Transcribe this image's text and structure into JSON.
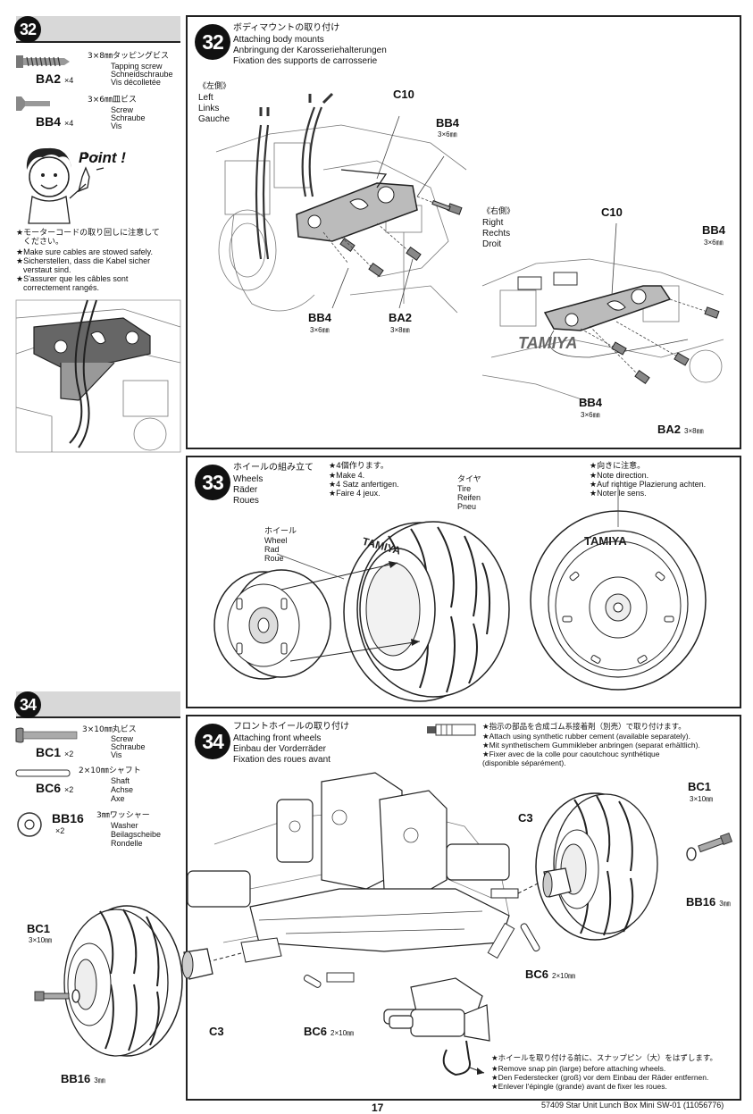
{
  "step32_left": {
    "number": "32",
    "parts": [
      {
        "code": "BA2",
        "qty": "×4",
        "ja": "3×8㎜タッピングビス",
        "en": "Tapping screw",
        "de": "Schneidschraube",
        "fr": "Vis décolletée"
      },
      {
        "code": "BB4",
        "qty": "×4",
        "ja": "3×6㎜皿ビス",
        "en": "Screw",
        "de": "Schraube",
        "fr": "Vis"
      }
    ],
    "point_label": "Point !",
    "notes": [
      "★モーターコードの取り回しに注意して",
      "ください。",
      "★Make sure cables are stowed safely.",
      "★Sicherstellen, dass die Kabel sicher",
      "verstaut sind.",
      "★S'assurer que les câbles sont",
      "correctement rangés."
    ]
  },
  "step32_main": {
    "number": "32",
    "title_ja": "ボディマウントの取り付け",
    "title_en": "Attaching body mounts",
    "title_de": "Anbringung der Karosseriehalterungen",
    "title_fr": "Fixation des supports de carrosserie",
    "left_side": [
      "《左側》",
      "Left",
      "Links",
      "Gauche"
    ],
    "right_side": [
      "《右側》",
      "Right",
      "Rechts",
      "Droit"
    ],
    "labels": {
      "c10_left": "C10",
      "bb4_top": "BB4",
      "bb4_top_size": "3×6㎜",
      "bb4_bottom": "BB4",
      "bb4_bottom_size": "3×6㎜",
      "ba2_left": "BA2",
      "ba2_left_size": "3×8㎜",
      "c10_right": "C10",
      "bb4_right_top": "BB4",
      "bb4_right_top_size": "3×6㎜",
      "bb4_right_bottom": "BB4",
      "bb4_right_bottom_size": "3×6㎜",
      "ba2_right": "BA2",
      "ba2_right_size": "3×8㎜",
      "chassis_brand": "TAMIYA"
    }
  },
  "step33": {
    "number": "33",
    "title_ja": "ホイールの組み立て",
    "title_en": "Wheels",
    "title_de": "Räder",
    "title_fr": "Roues",
    "make": [
      "★4個作ります。",
      "★Make 4.",
      "★4 Satz anfertigen.",
      "★Faire 4 jeux."
    ],
    "tire": [
      "タイヤ",
      "Tire",
      "Reifen",
      "Pneu"
    ],
    "wheel": [
      "ホイール",
      "Wheel",
      "Rad",
      "Roue"
    ],
    "direction": [
      "★向きに注意。",
      "★Note direction.",
      "★Auf richtige Plazierung achten.",
      "★Noter le sens."
    ],
    "tire_brand": "TAMIYA"
  },
  "step34_left": {
    "number": "34",
    "parts": [
      {
        "code": "BC1",
        "qty": "×2",
        "ja": "3×10㎜丸ビス",
        "en": "Screw",
        "de": "Schraube",
        "fr": "Vis"
      },
      {
        "code": "BC6",
        "qty": "×2",
        "ja": "2×10㎜シャフト",
        "en": "Shaft",
        "de": "Achse",
        "fr": "Axe"
      },
      {
        "code": "BB16",
        "qty": "×2",
        "ja": "3㎜ワッシャー",
        "en": "Washer",
        "de": "Beilagscheibe",
        "fr": "Rondelle"
      }
    ]
  },
  "step34_main": {
    "number": "34",
    "title_ja": "フロントホイールの取り付け",
    "title_en": "Attaching front wheels",
    "title_de": "Einbau der Vorderräder",
    "title_fr": "Fixation des roues avant",
    "cement_notes": [
      "★指示の部品を合成ゴム系接着剤（別売）で取り付けます。",
      "★Attach using synthetic rubber cement (available separately).",
      "★Mit synthetischem Gummikleber anbringen (separat erhältlich).",
      "★Fixer avec de la colle pour caoutchouc synthétique",
      "(disponible séparément)."
    ],
    "labels": {
      "c3_right": "C3",
      "bc1_right": "BC1",
      "bc1_right_size": "3×10㎜",
      "bb16_right": "BB16",
      "bb16_right_size": "3㎜",
      "bc6_right": "BC6",
      "bc6_right_size": "2×10㎜",
      "bc1_left": "BC1",
      "bc1_left_size": "3×10㎜",
      "bb16_left": "BB16",
      "bb16_left_size": "3㎜",
      "c3_left": "C3",
      "bc6_left": "BC6",
      "bc6_left_size": "2×10㎜"
    },
    "snap_notes": [
      "★ホイールを取り付ける前に、スナップピン（大）をはずします。",
      "★Remove snap pin (large) before attaching wheels.",
      "★Den Federstecker (groß) vor dem Einbau der Räder entfernen.",
      "★Enlever l'épingle (grande) avant de fixer les roues."
    ]
  },
  "footer": {
    "page_number": "17",
    "product": "57409 Star Unit Lunch Box Mini SW-01 (11056776)"
  }
}
